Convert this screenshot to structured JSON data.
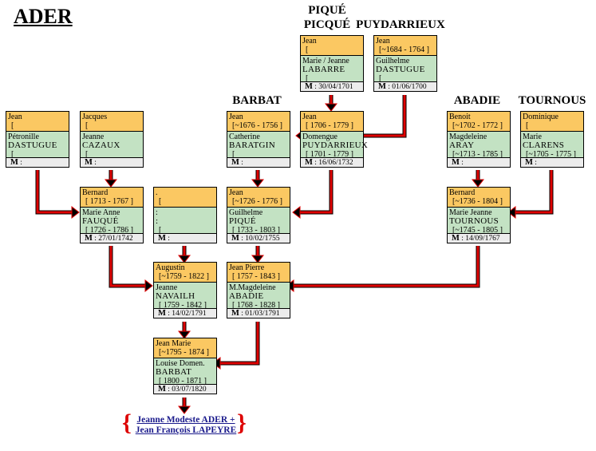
{
  "title": "ADER",
  "surname_labels": {
    "pique": [
      "PIQUÉ",
      "PICQUÉ"
    ],
    "puydarrieux": "PUYDARRIEUX",
    "barbat": "BARBAT",
    "abadie": "ABADIE",
    "tournous": "TOURNOUS"
  },
  "marriage_label": "M",
  "colors": {
    "husband": "#fbc862",
    "wife": "#c3e2c3",
    "marriage": "#ececec",
    "link": "#e00000",
    "arrow": "#000000"
  },
  "couples": {
    "labarre": {
      "husband": "Jean",
      "husband_dates": "[",
      "wife_first": "Marie / Jeanne",
      "wife_last": "LABARRE",
      "wife_dates": "[",
      "marriage": ": 30/04/1701"
    },
    "dastugue_top": {
      "husband": "Jean",
      "husband_dates": "[~1684 - 1764 ]",
      "wife_first": "Guilhelme",
      "wife_last": "DASTUGUE",
      "wife_dates": "[",
      "marriage": ": 01/06/1700"
    },
    "dastugue": {
      "husband": "Jean",
      "husband_dates": "[",
      "wife_first": "Pétronille",
      "wife_last": "DASTUGUE",
      "wife_dates": "[",
      "marriage": ":"
    },
    "cazaux": {
      "husband": "Jacques",
      "husband_dates": "[",
      "wife_first": "Jeanne",
      "wife_last": "CAZAUX",
      "wife_dates": "[",
      "marriage": ":"
    },
    "baratgin": {
      "husband": "Jean",
      "husband_dates": "[~1676 - 1756 ]",
      "wife_first": "Catherine",
      "wife_last": "BARATGIN",
      "wife_dates": "[",
      "marriage": ":"
    },
    "puydarrieux": {
      "husband": "Jean",
      "husband_dates": "[ 1706 - 1779 ]",
      "wife_first": "Domengue",
      "wife_last": "PUYDARRIEUX",
      "wife_dates": "[ 1701 - 1779 ]",
      "marriage": ": 16/06/1732"
    },
    "aray": {
      "husband": "Benoit",
      "husband_dates": "[~1702 - 1772 ]",
      "wife_first": "Magdeleine",
      "wife_last": "ARAY",
      "wife_dates": "[~1713 - 1785 ]",
      "marriage": ":"
    },
    "clarens": {
      "husband": "Dominique",
      "husband_dates": "[",
      "wife_first": "Marie",
      "wife_last": "CLARENS",
      "wife_dates": "[~1705 - 1775 ]",
      "marriage": ":"
    },
    "fauque": {
      "husband": "Bernard",
      "husband_dates": "[ 1713 - 1767 ]",
      "wife_first": "Marie Anne",
      "wife_last": "FAUQUÉ",
      "wife_dates": "[ 1726 - 1786 ]",
      "marriage": ": 27/01/1742"
    },
    "unknown": {
      "husband": ".",
      "husband_dates": "[",
      "wife_first": ":",
      "wife_last": ":",
      "wife_dates": "[",
      "marriage": ":"
    },
    "pique": {
      "husband": "Jean",
      "husband_dates": "[~1726 - 1776 ]",
      "wife_first": "Guilhelme",
      "wife_last": "PIQUÉ",
      "wife_dates": "[ 1733 - 1803 ]",
      "marriage": ": 10/02/1755"
    },
    "tournous": {
      "husband": "Bernard",
      "husband_dates": "[~1736 - 1804 ]",
      "wife_first": "Marie Jeanne",
      "wife_last": "TOURNOUS",
      "wife_dates": "[~1745 - 1805 ]",
      "marriage": ": 14/09/1767"
    },
    "navailh": {
      "husband": "Augustin",
      "husband_dates": "[~1759 - 1822 ]",
      "wife_first": "Jeanne",
      "wife_last": "NAVAILH",
      "wife_dates": "[ 1759 - 1842 ]",
      "marriage": ": 14/02/1791"
    },
    "abadie": {
      "husband": "Jean Pierre",
      "husband_dates": "[ 1757 - 1843 ]",
      "wife_first": "M.Magdeleine",
      "wife_last": "ABADIE",
      "wife_dates": "[ 1768 - 1828 ]",
      "marriage": ": 01/03/1791"
    },
    "barbat": {
      "husband": "Jean Marie",
      "husband_dates": "[~1795 - 1874 ]",
      "wife_first": "Louise Domen.",
      "wife_last": "BARBAT",
      "wife_dates": "[ 1800 - 1871 ]",
      "marriage": ": 03/07/1820"
    }
  },
  "descendants": {
    "line1": "Jeanne Modeste ADER +",
    "line2": "Jean François LAPEYRE"
  }
}
